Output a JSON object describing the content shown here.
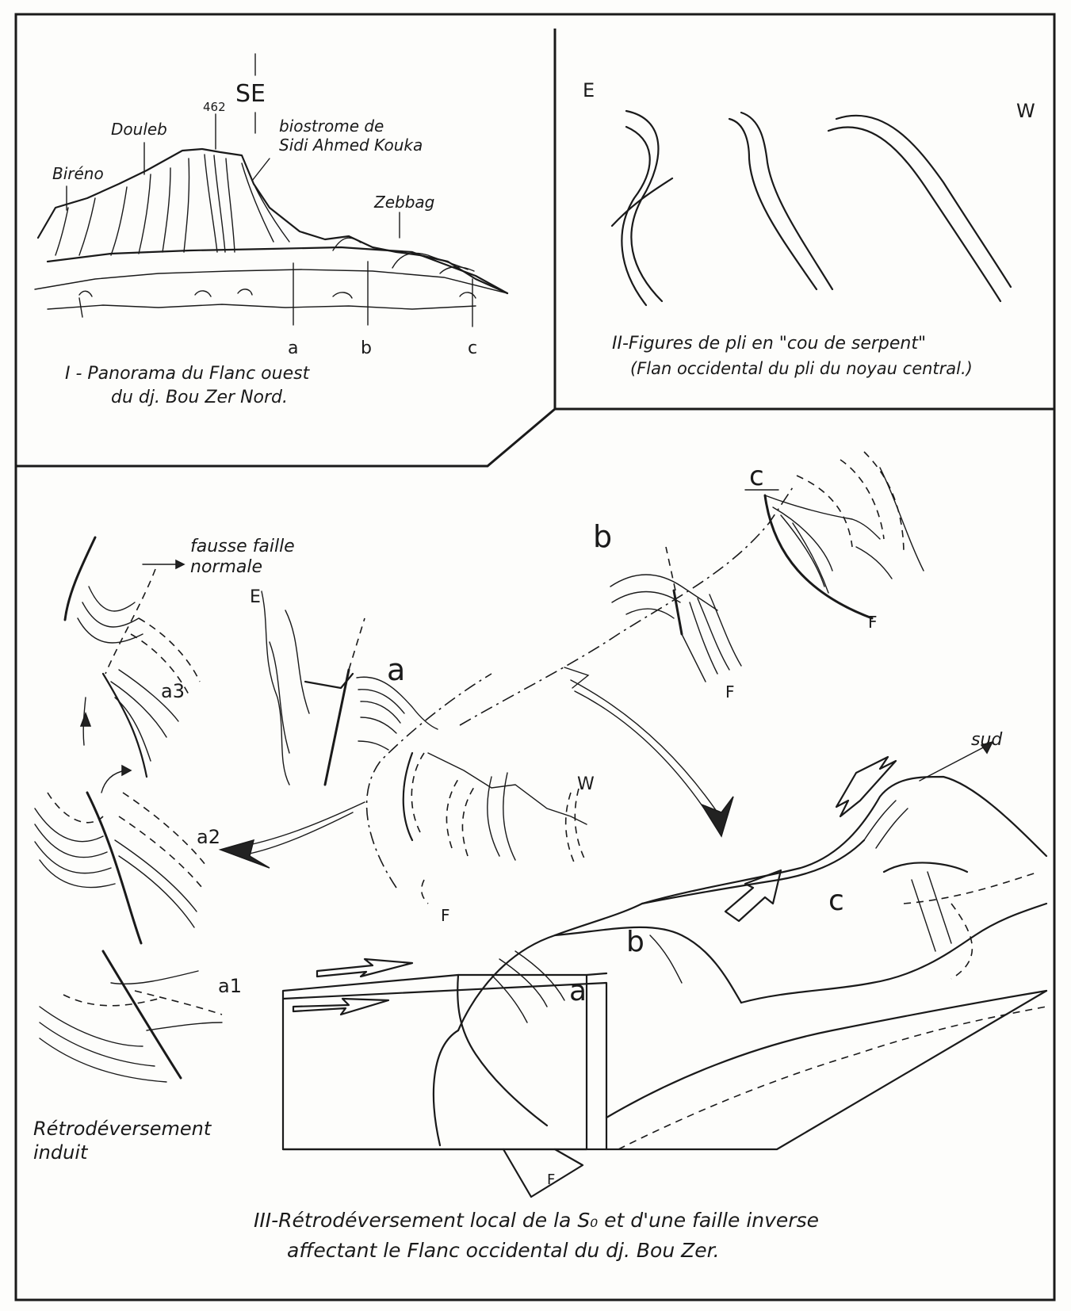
{
  "panel1": {
    "peaks": {
      "sidi_ahmed_kouka_line1": "biostrome de",
      "sidi_ahmed_kouka_line2": "Sidi Ahmed Kouka",
      "summit": "462",
      "direction": "SE",
      "douleb": "Douleb",
      "bireno": "Biréno",
      "zebbag": "Zebbag"
    },
    "markers": [
      "a",
      "b",
      "c"
    ],
    "caption_line1": "I - Panorama du Flanc ouest",
    "caption_line2": "du dj. Bou Zer Nord."
  },
  "panel2": {
    "east": "E",
    "west": "W",
    "caption_line1": "II-Figures de pli en \"cou de serpent\"",
    "caption_line2": "(Flan occidental du pli du noyau central.)"
  },
  "panel3": {
    "fausse_faille_line1": "fausse faille",
    "fausse_faille_line2": "normale",
    "east": "E",
    "west": "W",
    "sud": "sud",
    "fault": "F",
    "labels": {
      "a": "a",
      "b": "b",
      "c": "c",
      "a1": "a1",
      "a2": "a2",
      "a3": "a3"
    },
    "retro_line1": "Rétrodéversement",
    "retro_line2": "induit",
    "caption_line1": "III-Rétrodéversement  local de la S₀ et d'une faille inverse",
    "caption_line2": "affectant  le Flanc occidental du dj. Bou Zer."
  }
}
